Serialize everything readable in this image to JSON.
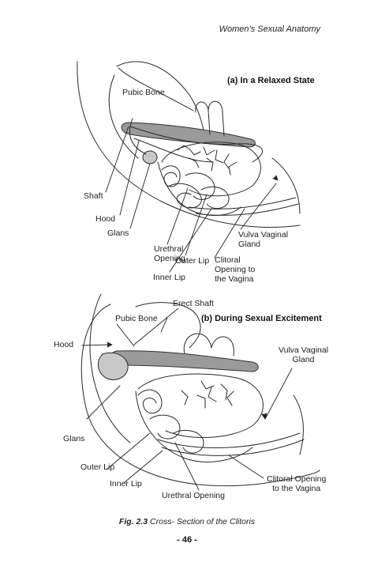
{
  "running_head": "Women’s Sexual Anatomy",
  "panel_a": {
    "title": "(a) In a Relaxed State",
    "labels": {
      "pubic_bone": "Pubic Bone",
      "shaft": "Shaft",
      "hood": "Hood",
      "glans": "Glans",
      "urethral_opening": "Urethral\nOpening",
      "outer_lip": "Outer Lip",
      "inner_lip": "Inner Lip",
      "clitoral_opening": "Clitoral\nOpening to\nthe Vagina",
      "vulva_vaginal_gland": "Vulva Vaginal\nGland"
    }
  },
  "panel_b": {
    "title": "(b) During Sexual Excitement",
    "labels": {
      "erect_shaft": "Erect Shaft",
      "pubic_bone": "Pubic Bone",
      "hood": "Hood",
      "vulva_vaginal_gland": "Vulva Vaginal\nGland",
      "glans": "Glans",
      "outer_lip": "Outer Lip",
      "inner_lip": "Inner Lip",
      "urethral_opening": "Urethral Opening",
      "clitoral_opening": "Clitoral Opening\nto the Vagina"
    }
  },
  "caption": {
    "fig_number": "Fig. 2.3",
    "text": " Cross- Section of the Clitoris"
  },
  "page_number": "- 46 -"
}
